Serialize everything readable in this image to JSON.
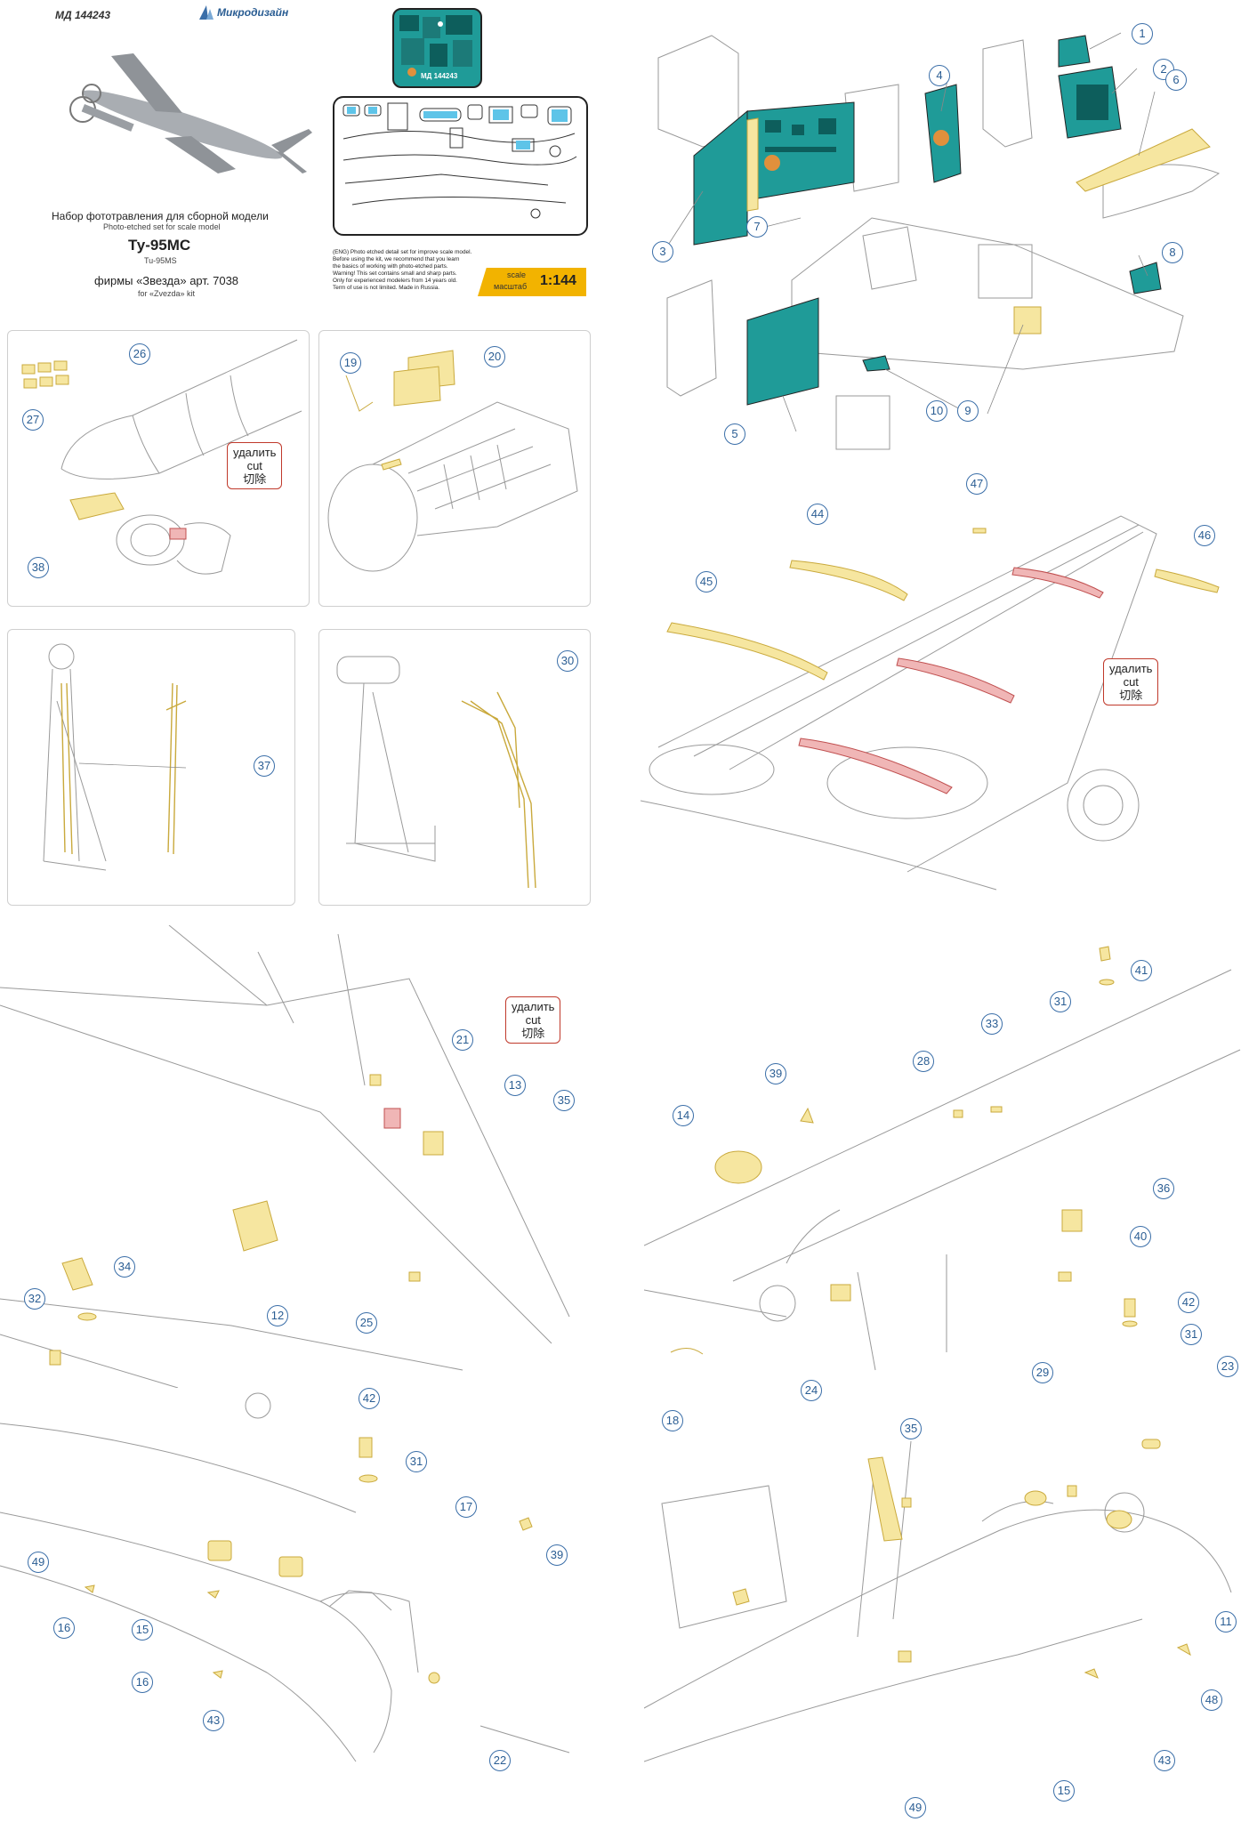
{
  "header": {
    "article_code": "МД 144243",
    "brand": "Микродизайн",
    "title_ru": "Набор фототравления для сборной модели",
    "title_en": "Photo-etched set for scale model",
    "model_ru": "Ту-95МС",
    "model_en": "Tu-95MS",
    "kit_ru": "фирмы «Звезда» арт. 7038",
    "kit_en": "for «Zvezda» kit",
    "fret_label": "МД 144243",
    "scale_label_en": "scale",
    "scale_label_ru": "масштаб",
    "scale_value": "1:144",
    "notice_lines": [
      "(ENG) Photo etched detail set for improve scale model.",
      "Before using the kit, we recommend that you learn",
      "the basics of working with photo-etched parts.",
      "Warning! This set contains small and sharp parts.",
      "Only for experienced modelers from 14 years old.",
      "Term of use is not limited. Made in Russia."
    ]
  },
  "cut_label": {
    "ru": "удалить",
    "en": "cut",
    "cn": "切除"
  },
  "colors": {
    "etch": "#f6e6a0",
    "etch_stroke": "#c9a93c",
    "panel": "#1f9b98",
    "remove": "#f0b6b6",
    "callout": "#3a6ea8"
  },
  "callouts": {
    "cockpit": [
      "1",
      "2",
      "3",
      "4",
      "5",
      "6",
      "7",
      "8",
      "9",
      "10"
    ],
    "nose_panel": [
      "26",
      "27",
      "38"
    ],
    "bay_panel": [
      "19",
      "20"
    ],
    "gear_left": [
      "37"
    ],
    "gear_right": [
      "30"
    ],
    "wing": [
      "44",
      "45",
      "46",
      "47"
    ],
    "tail_left": [
      "21",
      "13",
      "35",
      "12",
      "25",
      "34",
      "32"
    ],
    "tail_right": [
      "41",
      "31",
      "33",
      "39",
      "28",
      "14",
      "36",
      "40",
      "24",
      "18",
      "42",
      "31"
    ],
    "nose_left": [
      "42",
      "31",
      "17",
      "39",
      "49",
      "16",
      "15",
      "16",
      "43",
      "22"
    ],
    "nose_right": [
      "29",
      "23",
      "35",
      "11",
      "48",
      "43",
      "15",
      "49"
    ]
  }
}
